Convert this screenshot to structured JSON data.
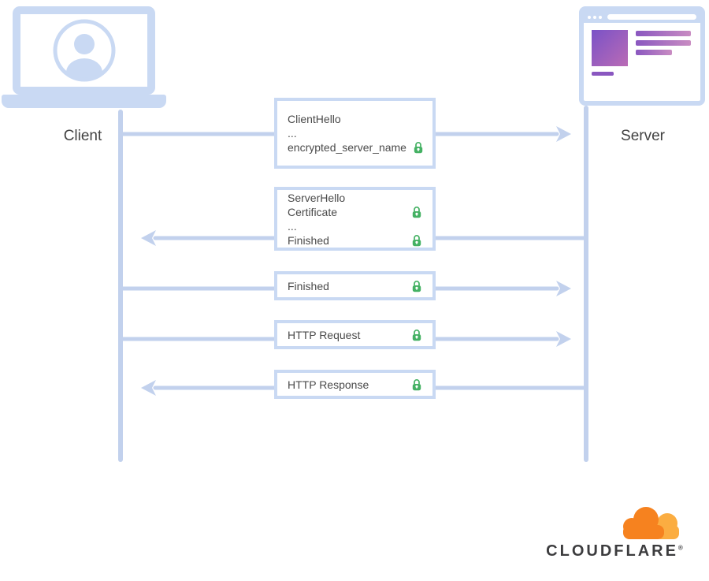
{
  "diagram": {
    "client": {
      "label": "Client"
    },
    "server": {
      "label": "Server"
    },
    "messages": [
      {
        "direction": "right",
        "lines": [
          {
            "text": "ClientHello",
            "lock": false
          },
          {
            "text": "...",
            "lock": false
          },
          {
            "text": "encrypted_server_name",
            "lock": true
          }
        ]
      },
      {
        "direction": "left",
        "lines": [
          {
            "text": "ServerHello",
            "lock": false
          },
          {
            "text": "Certificate",
            "lock": true
          },
          {
            "text": "...",
            "lock": false
          },
          {
            "text": "Finished",
            "lock": true
          }
        ]
      },
      {
        "direction": "right",
        "lines": [
          {
            "text": "Finished",
            "lock": true
          }
        ]
      },
      {
        "direction": "right",
        "lines": [
          {
            "text": "HTTP Request",
            "lock": true
          }
        ]
      },
      {
        "direction": "left",
        "lines": [
          {
            "text": "HTTP Response",
            "lock": true
          }
        ]
      }
    ],
    "logo": {
      "text": "CLOUDFLARE",
      "mark": "®"
    },
    "colors": {
      "line_blue": "#C9D9F3",
      "arrow_blue": "#C2D1ED",
      "lock_green": "#44B163",
      "text": "#4A4A4A",
      "accent_purple": "#8A57C0",
      "logo_orange": "#F6821F",
      "logo_orange_light": "#FBAD41",
      "logo_text_color": "#3C3C3E"
    }
  }
}
